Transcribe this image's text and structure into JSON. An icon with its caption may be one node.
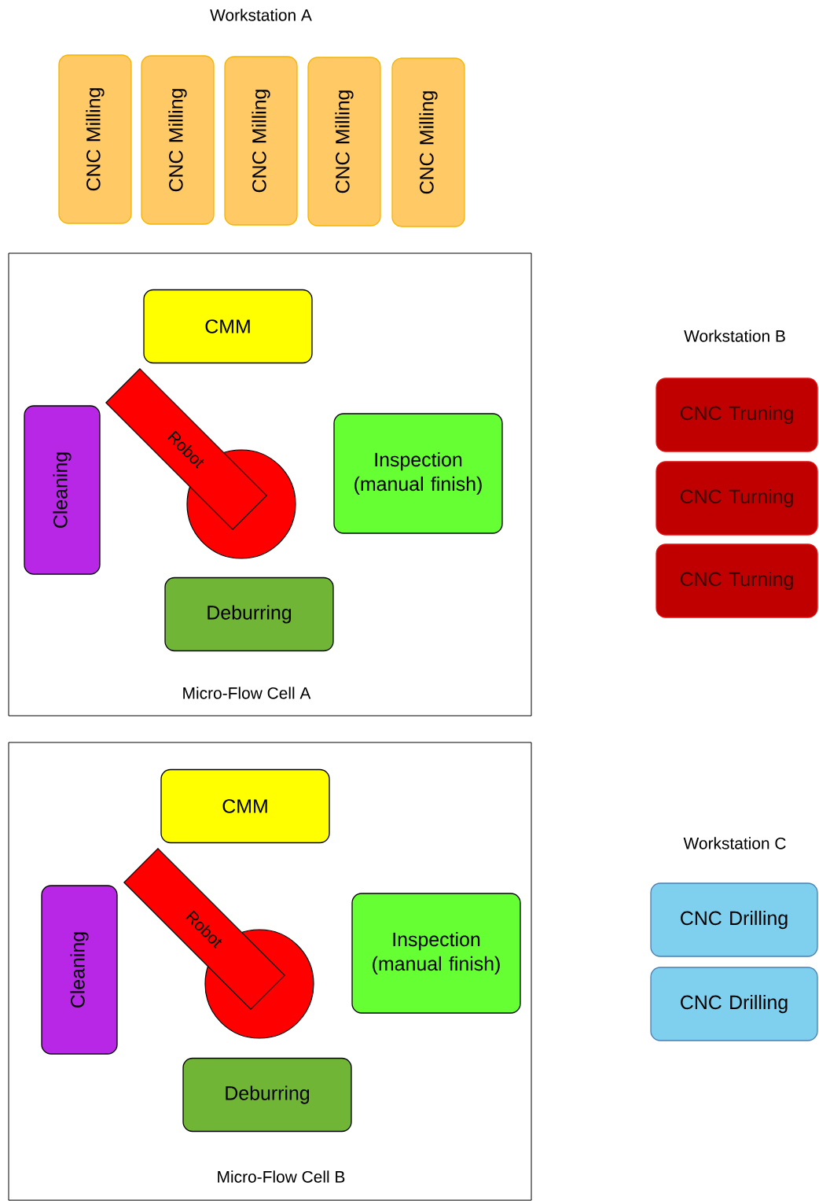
{
  "diagram": {
    "nodes": [
      {
        "text": [
          "CNC Milling"
        ]
      },
      {
        "text": [
          "CNC Milling"
        ]
      },
      {
        "text": [
          "CNC Milling"
        ]
      },
      {
        "text": [
          "CNC Milling"
        ]
      },
      {
        "text": [
          "CNC Milling"
        ]
      },
      {
        "text": [
          "Micro-Flow Cell A"
        ]
      },
      {
        "text": [
          "CMM"
        ],
        "in": 5
      },
      {
        "text": [
          "Cleaning"
        ],
        "in": 5
      },
      {
        "text": [
          "Robot"
        ],
        "in": 5
      },
      {
        "text": [
          "Inspection (manual finish)"
        ],
        "in": 5
      },
      {
        "text": [
          "Deburring"
        ],
        "in": 5
      },
      {
        "text": [
          "CNC Truning"
        ]
      },
      {
        "text": [
          "CNC Turning"
        ]
      },
      {
        "text": [
          "CNC Turning"
        ]
      },
      {
        "text": [
          "Micro-Flow Cell B"
        ]
      },
      {
        "text": [
          "CMM"
        ],
        "in": 14
      },
      {
        "text": [
          "Cleaning"
        ],
        "in": 14
      },
      {
        "text": [
          "Robot"
        ],
        "in": 14
      },
      {
        "text": [
          "Inspection (manual finish)"
        ],
        "in": 14
      },
      {
        "text": [
          "Deburring"
        ],
        "in": 14
      },
      {
        "text": [
          "CNC Drilling"
        ]
      },
      {
        "text": [
          "CNC Drilling"
        ]
      }
    ],
    "labels": [
      "Workstation A",
      "Workstation B",
      "Workstation C"
    ]
  }
}
